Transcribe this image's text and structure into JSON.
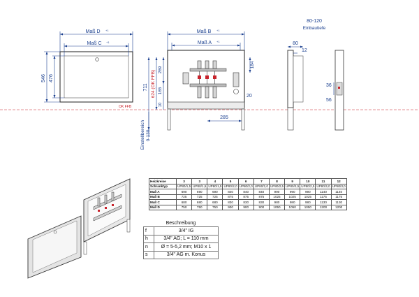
{
  "front_view": {
    "dim_d": "Maß D",
    "dim_d_sup": "+1",
    "dim_c": "Maß C",
    "dim_c_sup": "+1",
    "dim_546": "546",
    "dim_476": "476",
    "okffb": "OK FFB"
  },
  "installed_view": {
    "dim_b": "Maß B",
    "dim_b_sup": "+1",
    "dim_a": "Maß A",
    "dim_a_sup": "+1",
    "dim_711": "711",
    "dim_624": "624 (OK FFB)",
    "dim_269": "269",
    "dim_184": "184",
    "dim_165": "165",
    "dim_10": "10",
    "dim_20": "20",
    "dim_285": "285",
    "einstell": "0-130",
    "einstell_label": "Einstellbereich"
  },
  "side_view": {
    "depth": "80-120",
    "depth_label": "Einbautiefe",
    "dim_80": "80",
    "dim_12": "12",
    "dim_36": "36",
    "dim_56": "56"
  },
  "spec_table": {
    "header": [
      "Heizkreise",
      "3",
      "3",
      "4",
      "5",
      "6",
      "7",
      "8",
      "9",
      "10",
      "11",
      "12"
    ],
    "rows": [
      [
        "Schranktyp",
        "UP80/1,5",
        "UP80/1,5",
        "UP80/1,5",
        "UP80/2,0",
        "UP80/2,0",
        "UP80/2,0",
        "UP80/2,5",
        "UP80/2,5",
        "UP80/2,5",
        "UP80/3,0",
        "UP80/3,0"
      ],
      [
        "Maß A",
        "690",
        "690",
        "690",
        "840",
        "840",
        "840",
        "990",
        "990",
        "990",
        "1140",
        "1140"
      ],
      [
        "Maß B",
        "725",
        "725",
        "725",
        "875",
        "875",
        "875",
        "1025",
        "1025",
        "1025",
        "1175",
        "1175"
      ],
      [
        "Maß C",
        "680",
        "680",
        "680",
        "830",
        "830",
        "830",
        "980",
        "980",
        "980",
        "1130",
        "1130"
      ],
      [
        "Maß D",
        "750",
        "750",
        "750",
        "900",
        "900",
        "900",
        "1050",
        "1050",
        "1050",
        "1200",
        "1200"
      ]
    ]
  },
  "legend": {
    "title": "Beschreibung",
    "rows": [
      {
        "key": "f",
        "value": "3/4\" IG"
      },
      {
        "key": "h",
        "value": "3/4\" AG; L = 110 mm"
      },
      {
        "key": "n",
        "value": "Ø = 5-5,2 mm; M10 x 1"
      },
      {
        "key": "s",
        "value": "3/4\" AG m. Konus"
      }
    ]
  },
  "colors": {
    "dimension": "#1a3f8f",
    "floor_line": "#c8232c",
    "valve_red": "#c8232c",
    "cabinet_fill": "#e4e4e4"
  }
}
